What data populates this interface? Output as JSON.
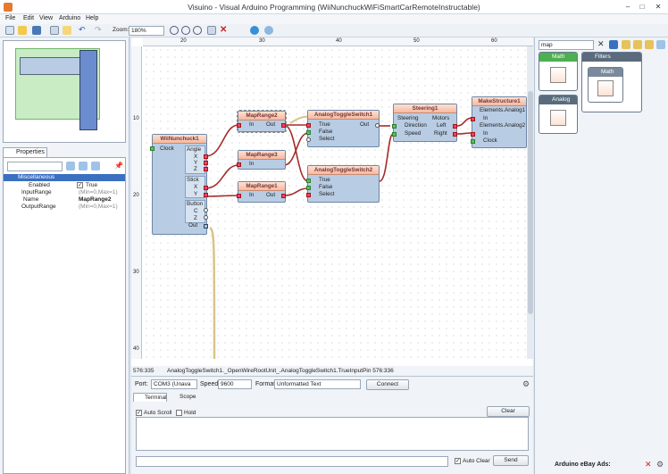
{
  "window": {
    "title": "Visuino - Visual Arduino Programming (WiiNunchuckWiFiSmartCarRemoteInstructable)",
    "minimize": "–",
    "maximize": "□",
    "close": "✕"
  },
  "menu": [
    "File",
    "Edit",
    "View",
    "Arduino",
    "Help"
  ],
  "toolbar": {
    "zoom_label": "Zoom:",
    "zoom_value": "180%"
  },
  "rulers": {
    "h_ticks": [
      "20",
      "30",
      "40",
      "50",
      "60"
    ],
    "v_ticks": [
      "10",
      "20",
      "30",
      "40"
    ]
  },
  "properties": {
    "tab": "Properties",
    "section": "Miscellaneous",
    "rows": [
      {
        "name": "Enabled",
        "value": "True"
      },
      {
        "name": "InputRange",
        "value": "(Min=0,Max=1)"
      },
      {
        "name": "Name",
        "value": "MapRange2"
      },
      {
        "name": "OutputRange",
        "value": "(Min=0,Max=1)"
      }
    ]
  },
  "components": {
    "wii": {
      "title": "WiiNunchuck1",
      "clock": "Clock",
      "angle": "Angle",
      "x": "X",
      "y": "Y",
      "z": "Z",
      "stick": "Stick",
      "sx": "X",
      "sy": "Y",
      "button": "Button",
      "c": "C",
      "bz": "Z",
      "out": "Out"
    },
    "map2": {
      "title": "MapRange2",
      "in": "In",
      "out": "Out"
    },
    "map3": {
      "title": "MapRange3",
      "in": "In"
    },
    "map1": {
      "title": "MapRange1",
      "in": "In",
      "out": "Out"
    },
    "tog1": {
      "title": "AnalogToggleSwitch1",
      "true": "True",
      "false": "False",
      "select": "Select",
      "out": "Out"
    },
    "tog2": {
      "title": "AnalogToggleSwitch2",
      "true": "True",
      "false": "False",
      "select": "Select"
    },
    "steer": {
      "title": "Steering1",
      "steering": "Steering",
      "direction": "Direction",
      "speed": "Speed",
      "motors": "Motors",
      "left": "Left",
      "right": "Right"
    },
    "make": {
      "title": "MakeStructure1",
      "e1": "Elements.Analog1",
      "in1": "In",
      "e2": "Elements.Analog2",
      "in2": "In",
      "clock": "Clock"
    }
  },
  "status": {
    "coords": "576:335",
    "text": "AnalogToggleSwitch1._OpenWireRootUnit_.AnalogToggleSwitch1.TrueInputPin 576:336"
  },
  "serial": {
    "port_label": "Port:",
    "port_value": "COM3 (Unava",
    "speed_label": "Speed:",
    "speed_value": "9600",
    "format_label": "Format:",
    "format_value": "Unformatted Text",
    "connect": "Connect",
    "tabs": [
      "Terminal",
      "Scope"
    ],
    "auto_scroll": "Auto Scroll",
    "hold": "Hold",
    "clear": "Clear",
    "auto_clear": "Auto Clear",
    "send": "Send"
  },
  "palette": {
    "search": "map",
    "categories": [
      {
        "label": "Math",
        "color": "#4caf50"
      },
      {
        "label": "Filters",
        "color": "#5a6b7d"
      },
      {
        "label": "Math",
        "color": "#7a8a9c"
      },
      {
        "label": "Analog",
        "color": "#5a6b7d"
      }
    ],
    "ads": "Arduino eBay Ads:"
  }
}
